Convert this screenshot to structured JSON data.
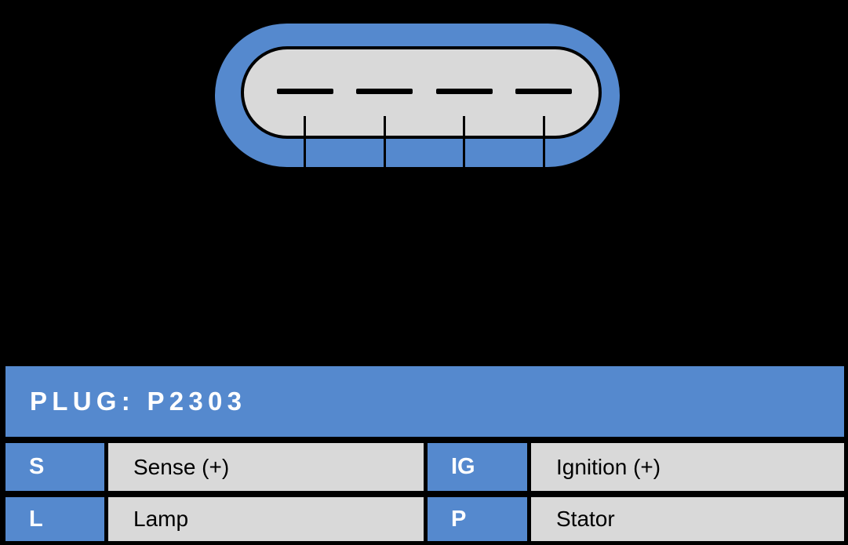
{
  "colors": {
    "background": "#000000",
    "accent_blue": "#5589CE",
    "cell_gray": "#D9D9D9",
    "text_on_blue": "#FFFFFF",
    "text_on_gray": "#000000"
  },
  "connector": {
    "type": "oval-4-pin-plug-face",
    "pin_count": 4
  },
  "table": {
    "title": "PLUG: P2303",
    "pins": [
      {
        "code": "S",
        "label": "Sense (+)"
      },
      {
        "code": "IG",
        "label": "Ignition (+)"
      },
      {
        "code": "L",
        "label": "Lamp"
      },
      {
        "code": "P",
        "label": "Stator"
      }
    ]
  }
}
